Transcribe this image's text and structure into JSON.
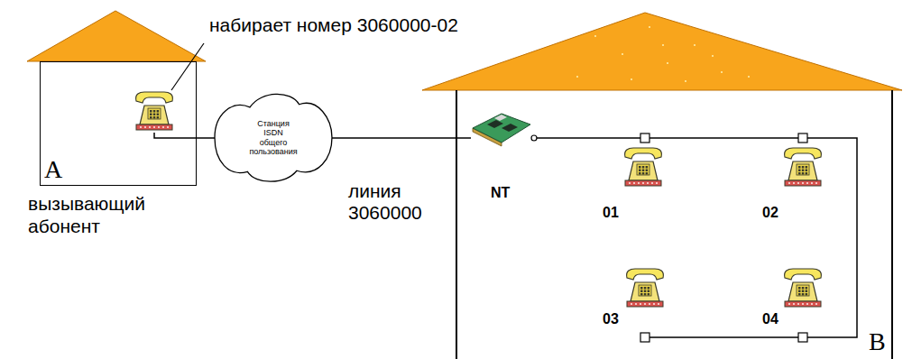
{
  "diagram": {
    "nodes": [
      {
        "text": [
          "A",
          "вызывающий абонент"
        ]
      },
      {
        "text": [
          "Станция ISDN общего пользования"
        ]
      },
      {
        "text": [
          "B"
        ]
      },
      {
        "text": [
          "NT"
        ],
        "in": 2
      },
      {
        "text": [
          "01"
        ],
        "in": 2
      },
      {
        "text": [
          "02"
        ],
        "in": 2
      },
      {
        "text": [
          "03"
        ],
        "in": 2
      },
      {
        "text": [
          "04"
        ],
        "in": 2
      }
    ],
    "edges": [
      {
        "from": 0,
        "to": 1,
        "arrow": "none"
      },
      {
        "from": 1,
        "to": 3,
        "arrow": "none",
        "label": "линия 3060000"
      }
    ],
    "labels": [
      "набирает номер 3060000-02"
    ]
  }
}
